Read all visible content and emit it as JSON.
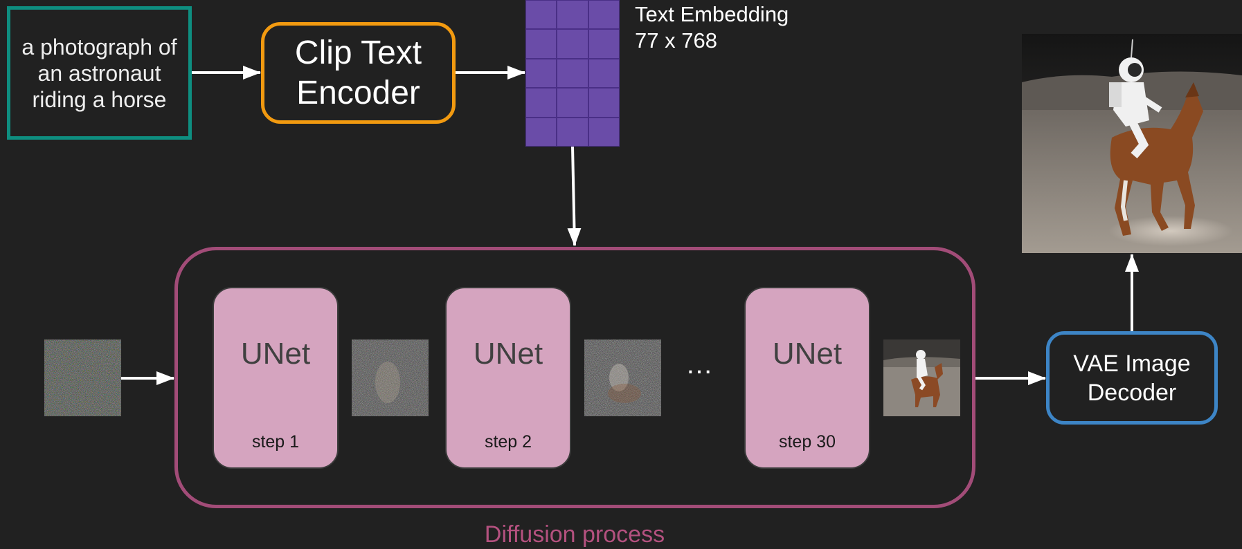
{
  "prompt": {
    "text": "a photograph of\nan astronaut\nriding a horse"
  },
  "encoder": {
    "label": "Clip Text\nEncoder"
  },
  "embedding": {
    "title": "Text Embedding",
    "dims": "77 x 768"
  },
  "diffusion": {
    "label": "Diffusion process",
    "unets": [
      {
        "name": "UNet",
        "step": "step 1"
      },
      {
        "name": "UNet",
        "step": "step 2"
      },
      {
        "name": "UNet",
        "step": "step 30"
      }
    ],
    "ellipsis": "…"
  },
  "decoder": {
    "label": "VAE Image\nDecoder"
  },
  "colors": {
    "background": "#212121",
    "prompt_border": "#0e8e80",
    "encoder_border": "#f29a10",
    "embedding_cells": "#6a4ca8",
    "diffusion_border": "#a24c78",
    "unet_fill": "#d5a4bf",
    "decoder_border": "#3d85c6",
    "arrows": "#ffffff"
  }
}
